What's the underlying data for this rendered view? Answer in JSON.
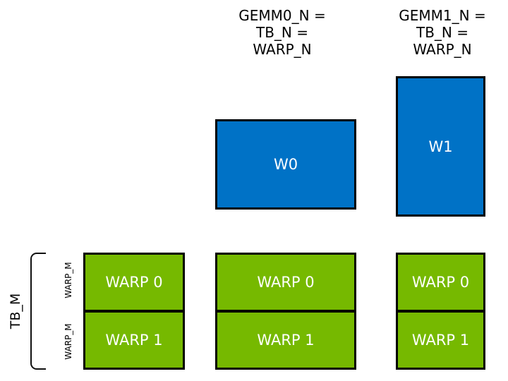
{
  "diagram": {
    "column_headers": [
      {
        "lines": [
          "GEMM0_N =",
          "TB_N =",
          "WARP_N"
        ]
      },
      {
        "lines": [
          "GEMM1_N =",
          "TB_N =",
          "WARP_N"
        ]
      }
    ],
    "blue_tiles": [
      {
        "label": "W0"
      },
      {
        "label": "W1"
      }
    ],
    "warp_groups": [
      {
        "rows": [
          {
            "label": "WARP 0"
          },
          {
            "label": "WARP 1"
          }
        ]
      },
      {
        "rows": [
          {
            "label": "WARP 0"
          },
          {
            "label": "WARP 1"
          }
        ]
      },
      {
        "rows": [
          {
            "label": "WARP 0"
          },
          {
            "label": "WARP 1"
          }
        ]
      }
    ],
    "side_labels": {
      "tb_m": "TB_M",
      "warp_m_row0": "WARP_M",
      "warp_m_row1": "WARP_M"
    }
  },
  "colors": {
    "blue": "#0072C6",
    "green": "#76B900",
    "line": "#000000",
    "text-light": "#FFFFFF",
    "text-dark": "#000000"
  }
}
